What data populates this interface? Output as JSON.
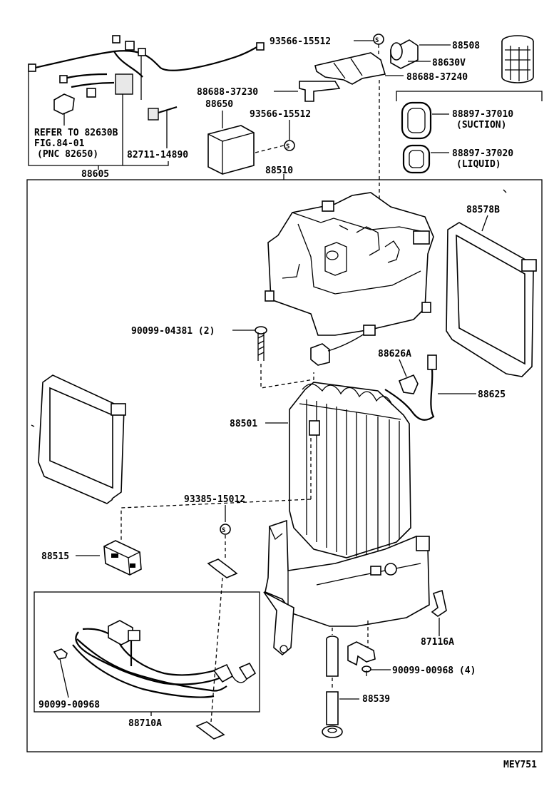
{
  "diagram_code": "MEY751",
  "frame_label": "88510",
  "labels": {
    "wire_harness": "88605",
    "refer_line1": "REFER TO  82630B",
    "refer_line2": "FIG.84-01",
    "refer_line3": "(PNC 82650)",
    "bracket_bolt": "82711-14890",
    "amplifier": "88650",
    "bracket_top": "88688-37230",
    "nut_top": "93566-15512",
    "nut_mid": "93566-15512",
    "bracket_right": "88688-37240",
    "relay": "88508",
    "relay_cover": "88630V",
    "oring_suction_no": "88897-37010",
    "oring_suction_text": "(SUCTION)",
    "oring_liquid_no": "88897-37020",
    "oring_liquid_text": "(LIQUID)",
    "seal_right": "88578B",
    "screw_housing": "90099-04381 (2)",
    "thermistor_clip": "88626A",
    "thermistor": "88625",
    "evaporator": "88501",
    "nut_lower": "93385-15012",
    "expansion_valve": "88515",
    "clamp": "87116A",
    "screw_bottom": "90099-00968 (4)",
    "screw_tube": "90099-00968",
    "drain_hose": "88539",
    "tube_assy": "88710A"
  }
}
